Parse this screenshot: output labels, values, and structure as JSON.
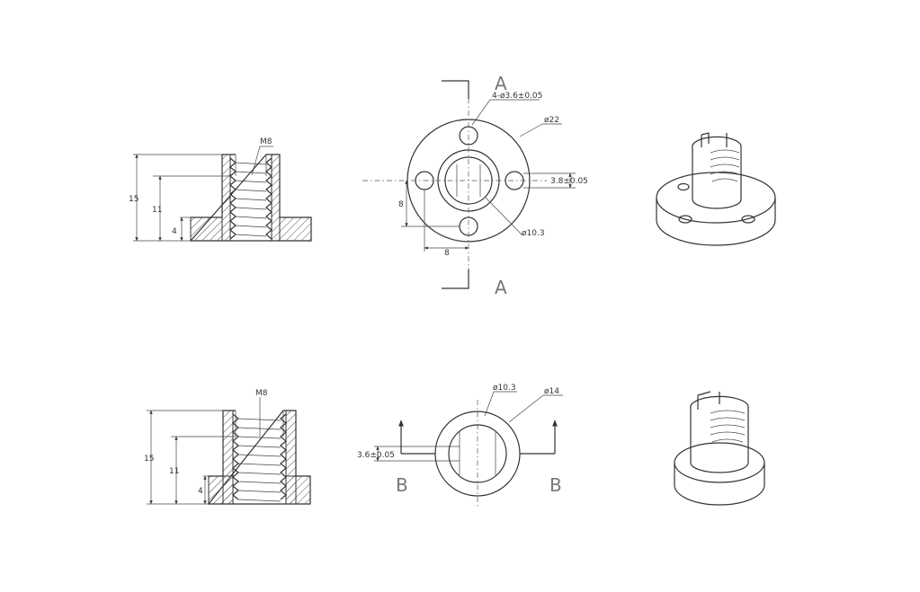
{
  "top_side_view": {
    "thread_label": "M8",
    "dim_total_height": "15",
    "dim_thread_height": "11",
    "dim_flange_height": "4"
  },
  "top_front_view": {
    "section_label": "A",
    "holes_label": "4-ø3.6±0.05",
    "outer_dia_label": "ø22",
    "slot_width_label": "3.8±0.05",
    "bore_dia_label": "ø10.3",
    "hole_offset_x": "8",
    "hole_offset_y": "8"
  },
  "bottom_side_view": {
    "thread_label": "M8",
    "dim_total_height": "15",
    "dim_thread_height": "11",
    "dim_flange_height": "4"
  },
  "bottom_front_view": {
    "section_label": "B",
    "bore_dia_label": "ø10.3",
    "outer_dia_label": "ø14",
    "slot_width_label": "3.6±0.05"
  }
}
